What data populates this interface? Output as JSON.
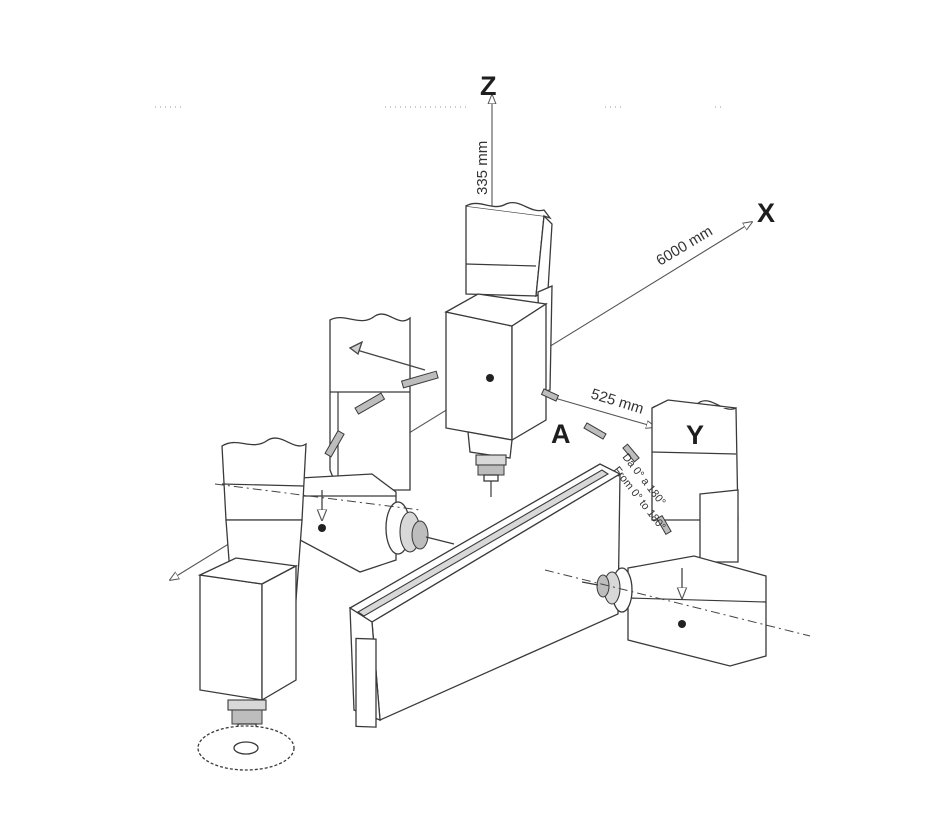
{
  "axes": {
    "z": "Z",
    "x": "X",
    "y": "Y",
    "a": "A"
  },
  "dimensions": {
    "z_travel": "335 mm",
    "x_travel": "6000 mm",
    "y_travel": "525 mm"
  },
  "rotation_notes": {
    "line1": "Da 0° a 180°",
    "line2": "From 0° to 180°"
  },
  "colors": {
    "line": "#3a3a3a",
    "axis_label": "#1e1e1e",
    "background": "#ffffff"
  }
}
